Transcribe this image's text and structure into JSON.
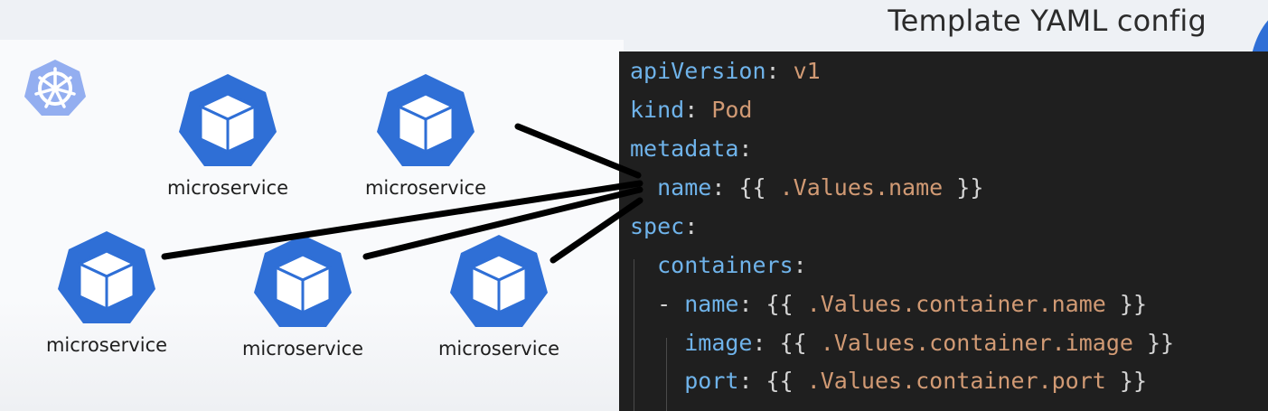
{
  "slide": {
    "title": "Template YAML config",
    "accent_color": "#2f6fd6"
  },
  "logo": {
    "icon": "kubernetes-logo-icon",
    "color": "#93aef0"
  },
  "microservices": [
    {
      "label": "microservice",
      "icon": "cube-icon"
    },
    {
      "label": "microservice",
      "icon": "cube-icon"
    },
    {
      "label": "microservice",
      "icon": "cube-icon"
    },
    {
      "label": "microservice",
      "icon": "cube-icon"
    },
    {
      "label": "microservice",
      "icon": "cube-icon"
    }
  ],
  "colors": {
    "service_blue": "#2f6fd6",
    "code_bg": "#1f1f1f",
    "code_key": "#6fb3ea",
    "code_value": "#d19a74",
    "code_punct": "#d4d4d4"
  },
  "yaml": {
    "line1": {
      "key": "apiVersion",
      "sep": ": ",
      "value": "v1"
    },
    "line2": {
      "key": "kind",
      "sep": ": ",
      "value": "Pod"
    },
    "line3": {
      "key": "metadata",
      "sep": ":"
    },
    "line4": {
      "indent": "  ",
      "key": "name",
      "sep": ": ",
      "open": "{{ ",
      "value": ".Values.name",
      "close": " }}"
    },
    "line5": {
      "key": "spec",
      "sep": ":"
    },
    "line6": {
      "indent": "  ",
      "key": "containers",
      "sep": ":"
    },
    "line7": {
      "indent": "  ",
      "dash": "- ",
      "key": "name",
      "sep": ": ",
      "open": "{{ ",
      "value": ".Values.container.name",
      "close": " }}"
    },
    "line8": {
      "indent": "    ",
      "key": "image",
      "sep": ": ",
      "open": "{{ ",
      "value": ".Values.container.image",
      "close": " }}"
    },
    "line9": {
      "indent": "    ",
      "key": "port",
      "sep": ": ",
      "open": "{{ ",
      "value": ".Values.container.port",
      "close": " }}"
    }
  }
}
